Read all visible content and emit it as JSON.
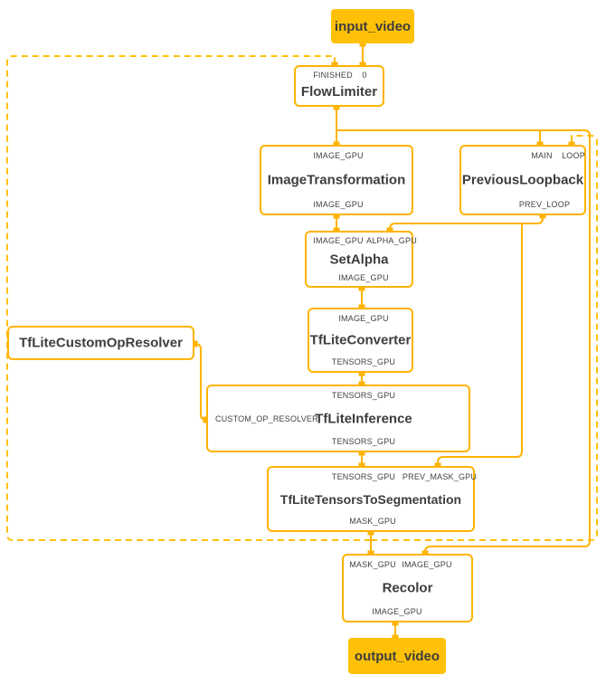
{
  "colors": {
    "edge": "#FFB300",
    "dashed": "#FFC107",
    "node_fill": "#FFFFFF",
    "stream_fill": "#FFC107",
    "title_text": "#3D3D3D",
    "label_text": "#424242",
    "background": "#FFFFFF"
  },
  "nodes": {
    "input_video": {
      "title": "input_video"
    },
    "flow_limiter": {
      "title": "FlowLimiter",
      "port_finished": "FINISHED",
      "port_zero": "0"
    },
    "image_transformation": {
      "title": "ImageTransformation",
      "port_in": "IMAGE_GPU",
      "port_out": "IMAGE_GPU"
    },
    "previous_loopback": {
      "title": "PreviousLoopback",
      "port_main": "MAIN",
      "port_loop": "LOOP",
      "port_out": "PREV_LOOP"
    },
    "set_alpha": {
      "title": "SetAlpha",
      "port_image": "IMAGE_GPU",
      "port_alpha": "ALPHA_GPU",
      "port_out": "IMAGE_GPU"
    },
    "tflite_converter": {
      "title": "TfLiteConverter",
      "port_in": "IMAGE_GPU",
      "port_out": "TENSORS_GPU"
    },
    "tflite_custom_op_resolver": {
      "title": "TfLiteCustomOpResolver"
    },
    "tflite_inference": {
      "title": "TfLiteInference",
      "port_in": "TENSORS_GPU",
      "port_side": "CUSTOM_OP_RESOLVER",
      "port_out": "TENSORS_GPU"
    },
    "tflite_tensors_to_segmentation": {
      "title": "TfLiteTensorsToSegmentation",
      "port_tensors": "TENSORS_GPU",
      "port_prev_mask": "PREV_MASK_GPU",
      "port_out": "MASK_GPU"
    },
    "recolor": {
      "title": "Recolor",
      "port_mask": "MASK_GPU",
      "port_image": "IMAGE_GPU",
      "port_out": "IMAGE_GPU"
    },
    "output_video": {
      "title": "output_video"
    }
  }
}
